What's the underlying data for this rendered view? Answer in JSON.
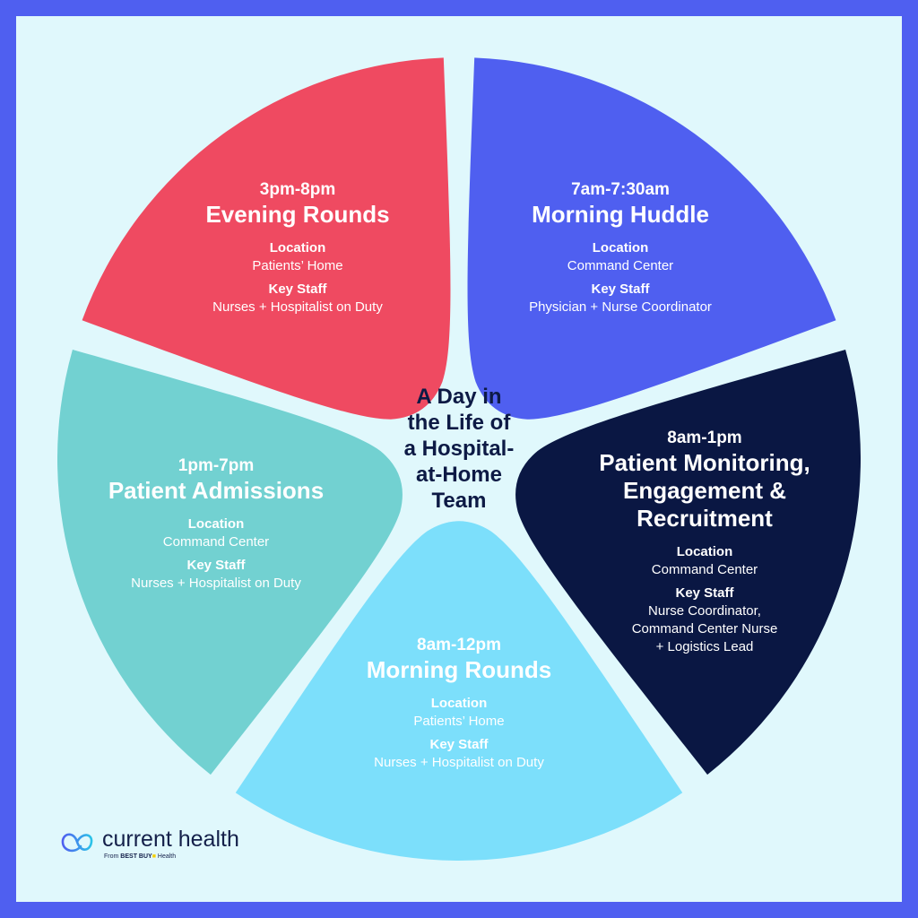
{
  "title": "A Day in the Life of a Hospital-at-Home Team",
  "title_lines": [
    "A Day in",
    "the Life of",
    "a Hospital-",
    "at-Home",
    "Team"
  ],
  "segments": [
    {
      "id": "evening-rounds",
      "time": "3pm-8pm",
      "title_lines": [
        "Evening Rounds"
      ],
      "location_label": "Location",
      "location": "Patients’ Home",
      "staff_label": "Key Staff",
      "staff_lines": [
        "Nurses + Hospitalist on Duty"
      ],
      "color": "#ef4a61"
    },
    {
      "id": "morning-huddle",
      "time": "7am-7:30am",
      "title_lines": [
        "Morning Huddle"
      ],
      "location_label": "Location",
      "location": "Command Center",
      "staff_label": "Key Staff",
      "staff_lines": [
        "Physician + Nurse Coordinator"
      ],
      "color": "#4f5ff0"
    },
    {
      "id": "patient-monitoring",
      "time": "8am-1pm",
      "title_lines": [
        "Patient Monitoring,",
        "Engagement &",
        "Recruitment"
      ],
      "location_label": "Location",
      "location": "Command Center",
      "staff_label": "Key Staff",
      "staff_lines": [
        "Nurse Coordinator,",
        "Command Center Nurse",
        "+ Logistics Lead"
      ],
      "color": "#0a1743"
    },
    {
      "id": "morning-rounds",
      "time": "8am-12pm",
      "title_lines": [
        "Morning Rounds"
      ],
      "location_label": "Location",
      "location": "Patients’ Home",
      "staff_label": "Key Staff",
      "staff_lines": [
        "Nurses + Hospitalist on Duty"
      ],
      "color": "#7cdffb"
    },
    {
      "id": "patient-admissions",
      "time": "1pm-7pm",
      "title_lines": [
        "Patient Admissions"
      ],
      "location_label": "Location",
      "location": "Command Center",
      "staff_label": "Key Staff",
      "staff_lines": [
        "Nurses + Hospitalist on Duty"
      ],
      "color": "#72d1d1"
    }
  ],
  "logo": {
    "wordmark": "current health",
    "tagline_prefix": "From",
    "tagline_brand": "BEST BUY",
    "tagline_suffix": "Health"
  },
  "colors": {
    "frame": "#4f5ff0",
    "background": "#e0f8fc",
    "center_text": "#0d1a45"
  }
}
